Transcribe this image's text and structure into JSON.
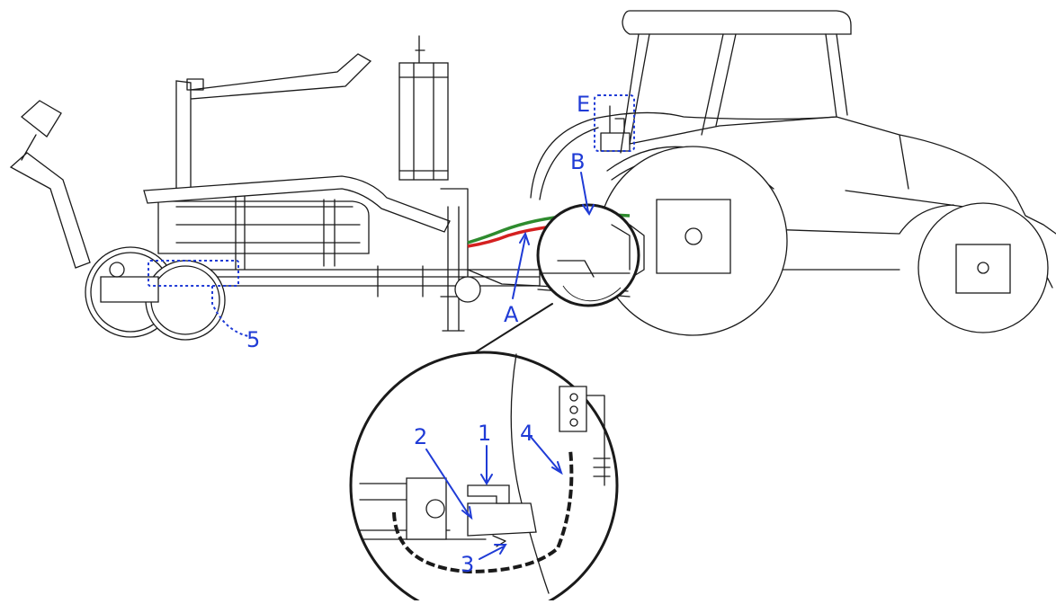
{
  "callouts": {
    "a": "A",
    "b": "B",
    "e": "E",
    "n1": "1",
    "n2": "2",
    "n3": "3",
    "n4": "4",
    "n5": "5"
  },
  "colors": {
    "callout": "#1f3bd6",
    "hose_green": "#2e8b2e",
    "hose_red": "#d42020",
    "line": "#1a1a1a"
  }
}
